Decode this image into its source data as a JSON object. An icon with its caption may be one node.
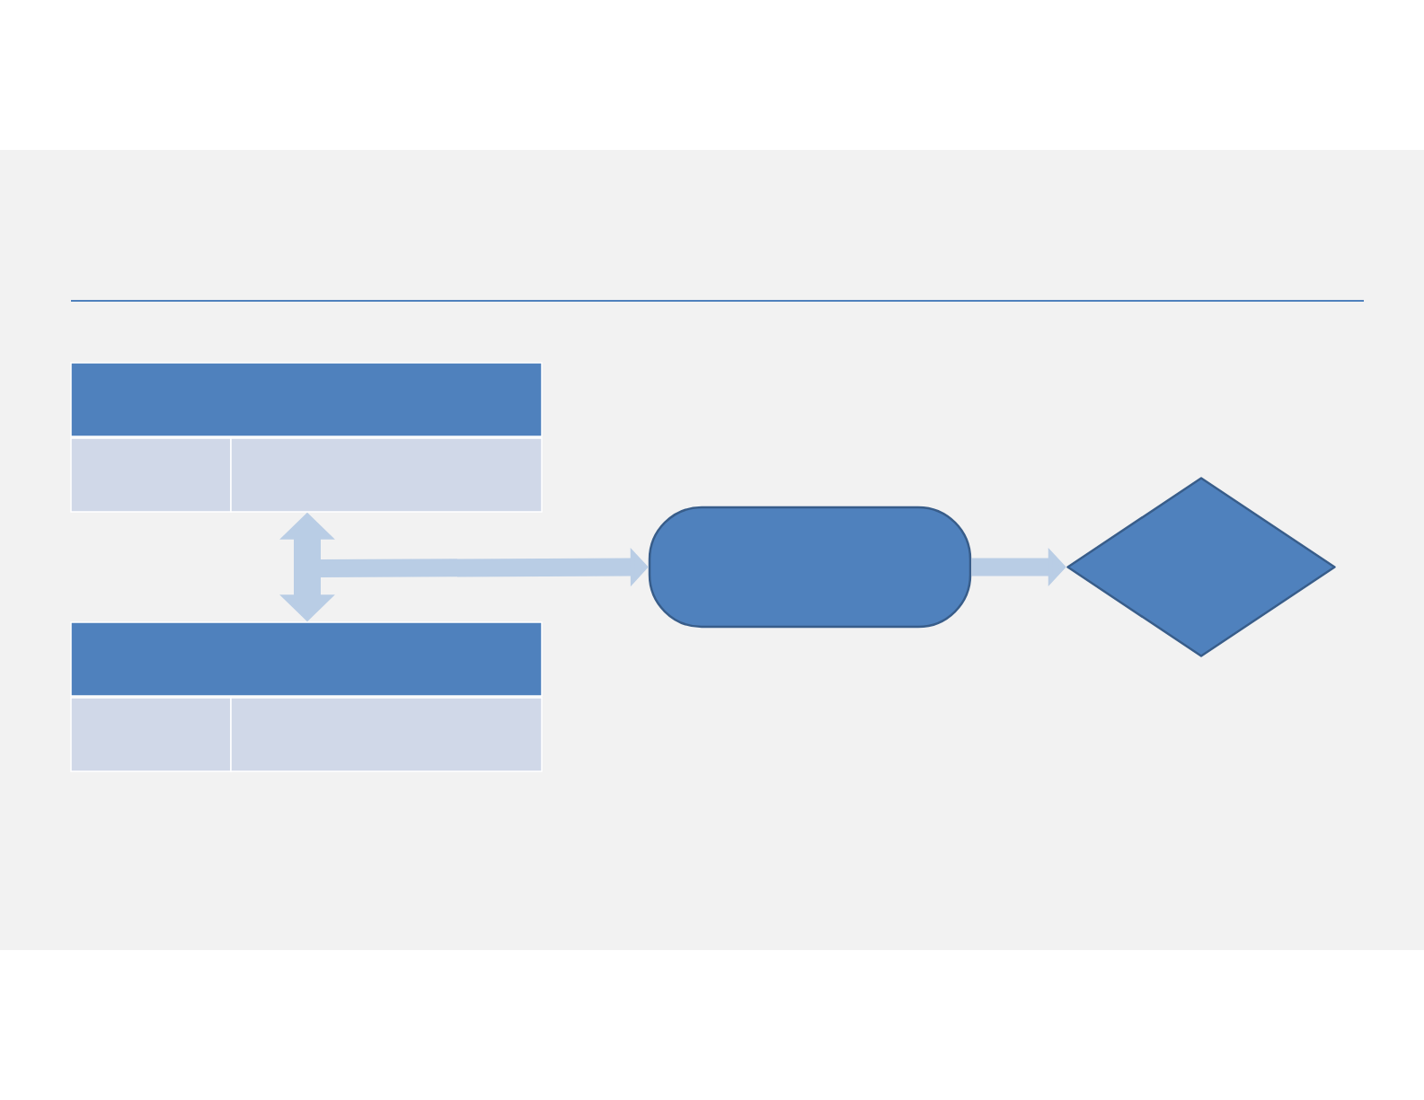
{
  "diagram": {
    "nodes": [
      {
        "text": [],
        "shape": "bar"
      },
      {
        "text": [],
        "shape": "box"
      },
      {
        "text": [],
        "shape": "box"
      },
      {
        "text": [],
        "shape": "bar"
      },
      {
        "text": [],
        "shape": "box"
      },
      {
        "text": [],
        "shape": "box"
      },
      {
        "text": [],
        "shape": "pill"
      },
      {
        "text": [],
        "shape": "diamond"
      }
    ],
    "edges": [
      {
        "from": 2,
        "to": 3,
        "arrow": "both"
      },
      {
        "from": null,
        "to": 6,
        "arrow": "to"
      },
      {
        "from": 6,
        "to": 7,
        "arrow": "to"
      }
    ]
  }
}
